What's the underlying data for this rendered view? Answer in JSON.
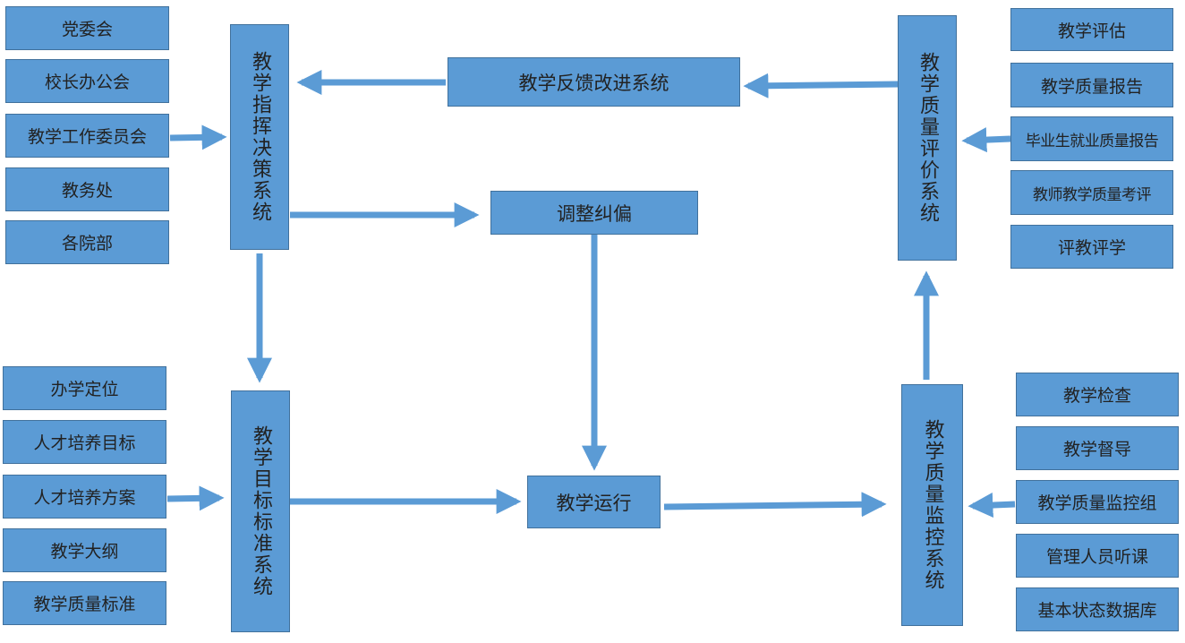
{
  "left_top_list": [
    "党委会",
    "校长办公会",
    "教学工作委员会",
    "教务处",
    "各院部"
  ],
  "left_bottom_list": [
    "办学定位",
    "人才培养目标",
    "人才培养方案",
    "教学大纲",
    "教学质量标准"
  ],
  "right_top_list": [
    "教学评估",
    "教学质量报告",
    "毕业生就业质量报告",
    "教师教学质量考评",
    "评教评学"
  ],
  "right_bottom_list": [
    "教学检查",
    "教学督导",
    "教学质量监控组",
    "管理人员听课",
    "基本状态数据库"
  ],
  "systems": {
    "decision": "教学指挥决策系统",
    "standard": "教学目标标准系统",
    "evaluation": "教学质量评价系统",
    "monitoring": "教学质量监控系统"
  },
  "feedback": "教学反馈改进系统",
  "adjust": "调整纠偏",
  "operation": "教学运行",
  "colors": {
    "box": "#5b9bd5",
    "arrow": "#5b9bd5",
    "border": "#41719c"
  }
}
